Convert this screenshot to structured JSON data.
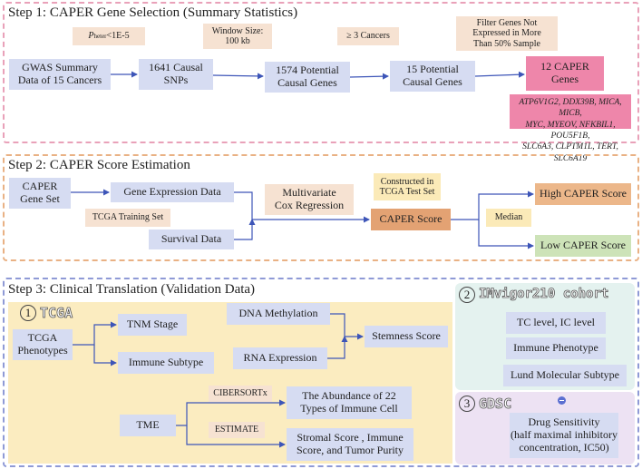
{
  "step1": {
    "title": "Step 1: CAPER Gene Selection (Summary Statistics)",
    "notes": {
      "pvalue_prefix": "P",
      "pvalue_sub": "heter",
      "pvalue_rest": "<1E-5",
      "window": "Window Size:\n100 kb",
      "cancers": "≥ 3 Cancers",
      "filter": "Filter Genes Not\nExpressed in More\nThan 50% Sample"
    },
    "boxes": {
      "gwas": "GWAS Summary\nData of 15 Cancers",
      "snps": "1641 Causal\nSNPs",
      "potential1574": "1574 Potential\nCausal  Genes",
      "potential15": "15 Potential\nCausal Genes",
      "caper12": "12 CAPER\nGenes"
    },
    "genes": "ATP6V1G2, DDX39B, MICA, MICB,\nMYC, MYEOV, NFKBIL1, POU5F1B,\nSLC6A3, CLPTM1L, TERT, SLC6A19"
  },
  "step2": {
    "title": "Step 2: CAPER Score Estimation",
    "boxes": {
      "gene_set": "CAPER\nGene Set",
      "expression": "Gene Expression Data",
      "survival": "Survival Data",
      "cox": "Multivariate\nCox Regression",
      "score": "CAPER Score",
      "high": "High CAPER Score",
      "low": "Low CAPER Score"
    },
    "notes": {
      "training": "TCGA Training Set",
      "test": "Constructed in\nTCGA Test Set",
      "median": "Median"
    }
  },
  "step3": {
    "title": "Step 3: Clinical Translation (Validation Data)",
    "tcga": {
      "num": "1",
      "label": "TCGA",
      "phenotypes": "TCGA\nPhenotypes",
      "tnm": "TNM Stage",
      "immune_subtype": "Immune Subtype",
      "dna": "DNA Methylation",
      "rna": "RNA Expression",
      "stemness": "Stemness Score",
      "tme": "TME",
      "cibersort": "CIBERSORTx",
      "estimate": "ESTIMATE",
      "abundance": "The Abundance of 22\nTypes of Immune Cell",
      "stromal": "Stromal Score , Immune\nScore, and Tumor Purity"
    },
    "imvigor": {
      "num": "2",
      "label": "IMvigor210 cohort",
      "tc": "TC level, IC level",
      "phenotype": "Immune Phenotype",
      "lund": "Lund Molecular Subtype"
    },
    "gdsc": {
      "num": "3",
      "label": "GDSC",
      "drug": "Drug Sensitivity\n(half maximal inhibitory\nconcentration, IC50)"
    }
  },
  "colors": {
    "blue_box": "#d6dcf2",
    "note_box": "#f6e2d2",
    "pink_box": "#ee86aa",
    "orange_box": "#e3a273",
    "green_box": "#cde3b8",
    "yellow_bg": "#fbecc0",
    "teal_bg": "#e4f2ef",
    "lavender_bg": "#ede2f3",
    "border_pink": "#e9a1b9",
    "border_orange": "#e9b184",
    "border_blue": "#8f9ad6"
  }
}
